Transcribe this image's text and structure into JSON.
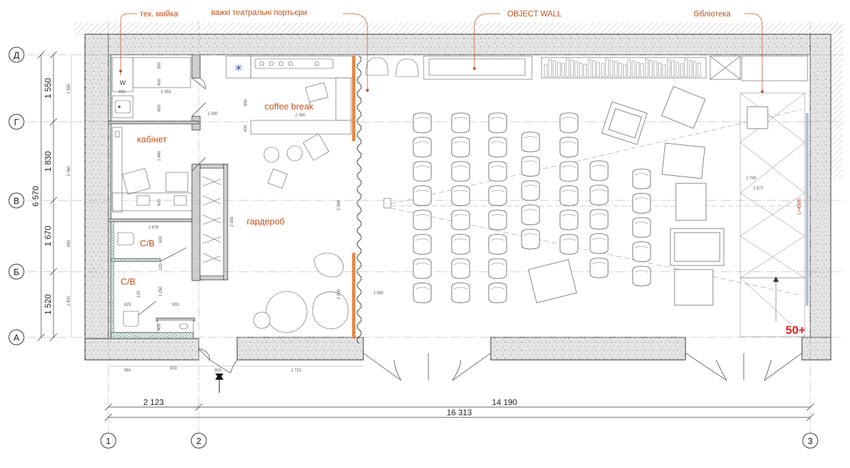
{
  "annotations": {
    "tech_sink": "тех. мийка",
    "curtains": "важкі театральні портьєри",
    "object_wall": "OBJECT WALL",
    "library": "бібліотека"
  },
  "rooms": {
    "coffee_break": "coffee break",
    "office": "кабінет",
    "wardrobe": "гардероб",
    "wc1": "С/В",
    "wc2": "С/В"
  },
  "axes": {
    "rows": [
      "Д",
      "Г",
      "В",
      "Б",
      "А"
    ],
    "cols": [
      "1",
      "2",
      "3"
    ]
  },
  "dims_left": {
    "d1": "1 550",
    "d2": "1 830",
    "d3": "1 670",
    "d4": "1 520",
    "total": "6 570"
  },
  "dims_bottom": {
    "d1": "2 123",
    "d2": "14 190",
    "total": "16 313",
    "s1": "950",
    "s2": "933",
    "s3": "900",
    "s4": "2 715"
  },
  "small_dims": {
    "w650": "650",
    "w1353": "1 353",
    "h350": "350",
    "h600a": "600",
    "h600b": "600",
    "w1200": "1 200",
    "w2300": "2 300",
    "h950": "950",
    "h400": "400",
    "h1460": "1 460",
    "h600c": "600",
    "w1878": "1 878",
    "h600d": "600",
    "h120a": "120",
    "h120b": "120",
    "h1250": "1 250",
    "w825": "825",
    "w933": "933",
    "h400b": "400",
    "h2350": "2 350",
    "h2568": "2 568",
    "h2000": "2 000",
    "w1000": "1 000",
    "w2700": "2 700",
    "w1577": "1 577",
    "l4500": "L=4500",
    "left1550": "1 550",
    "left2060": "2 060",
    "left960": "960",
    "left1820": "1 820"
  },
  "fixtures": {
    "w_mark": "W",
    "snowflake": "✳"
  },
  "capacity": "50+"
}
